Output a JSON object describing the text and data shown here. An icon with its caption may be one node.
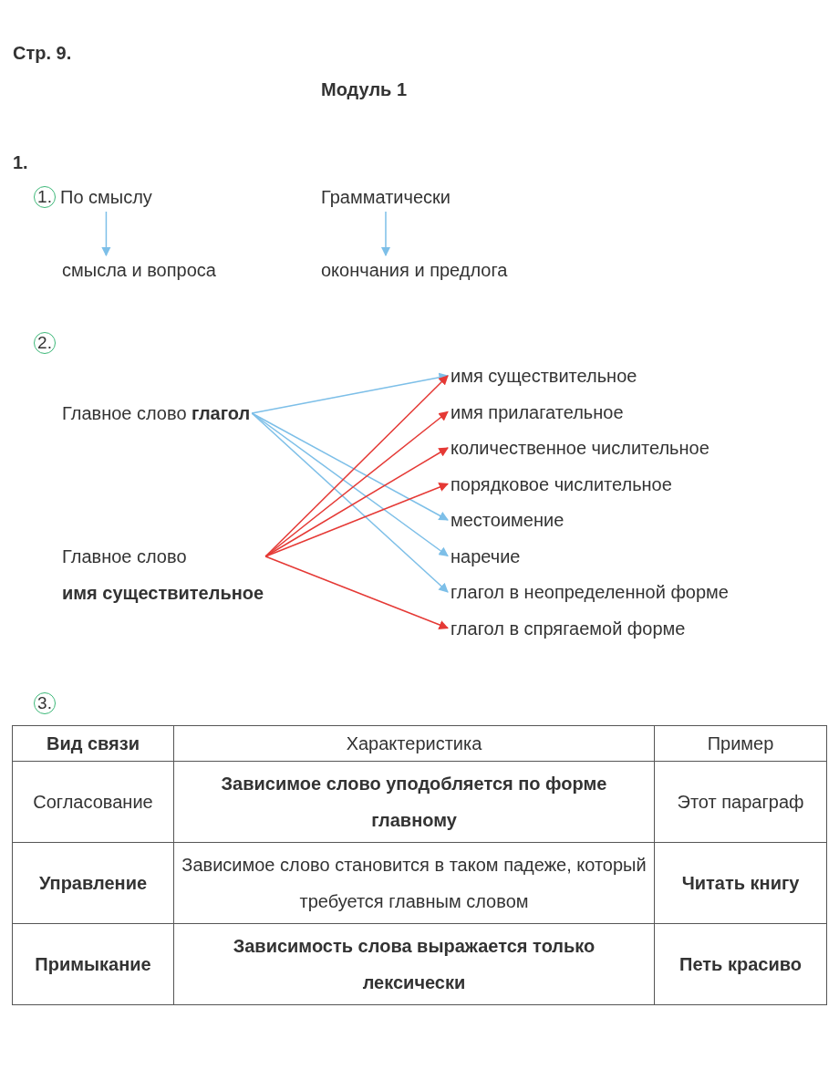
{
  "diagram": {
    "title": "Модуль 1",
    "nodes": [
      {
        "text": [
          "По смыслу"
        ]
      },
      {
        "text": [
          "смысла и вопроса"
        ]
      },
      {
        "text": [
          "Грамматически"
        ]
      },
      {
        "text": [
          "окончания и предлога"
        ]
      },
      {
        "text": [
          "Главное слово **глагол**"
        ]
      },
      {
        "text": [
          "Главное слово",
          "имя существительное"
        ]
      },
      {
        "text": [
          "имя существительное"
        ]
      },
      {
        "text": [
          "имя прилагательное"
        ]
      },
      {
        "text": [
          "количественное числительное"
        ]
      },
      {
        "text": [
          "порядковое числительное"
        ]
      },
      {
        "text": [
          "местоимение"
        ]
      },
      {
        "text": [
          "наречие"
        ]
      },
      {
        "text": [
          "глагол в неопределенной форме"
        ]
      },
      {
        "text": [
          "глагол в спрягаемой форме"
        ]
      }
    ],
    "edges": [
      {
        "from": 0,
        "to": 1,
        "arrow": "to"
      },
      {
        "from": 2,
        "to": 3,
        "arrow": "to"
      },
      {
        "from": 4,
        "to": 6,
        "arrow": "to"
      },
      {
        "from": 4,
        "to": 10,
        "arrow": "to"
      },
      {
        "from": 4,
        "to": 11,
        "arrow": "to"
      },
      {
        "from": 4,
        "to": 12,
        "arrow": "to"
      },
      {
        "from": 5,
        "to": 6,
        "arrow": "to",
        "color": "#e53935"
      },
      {
        "from": 5,
        "to": 7,
        "arrow": "to",
        "color": "#e53935"
      },
      {
        "from": 5,
        "to": 8,
        "arrow": "to",
        "color": "#e53935"
      },
      {
        "from": 5,
        "to": 9,
        "arrow": "to",
        "color": "#e53935"
      },
      {
        "from": 5,
        "to": 13,
        "arrow": "to",
        "color": "#e53935"
      }
    ],
    "labels": [
      "Стр. 9.",
      "1.",
      "1.",
      "2.",
      "3.",
      "Вид связи",
      "Характеристика",
      "Пример",
      "Согласование",
      "Зависимое слово уподобляется по форме главному",
      "Этот параграф",
      "Управление",
      "Зависимое слово становится в таком падеже, который требуется главным словом",
      "Читать книгу",
      "Примыкание",
      "Зависимость слова выражается только лексически",
      "Петь красиво"
    ]
  }
}
